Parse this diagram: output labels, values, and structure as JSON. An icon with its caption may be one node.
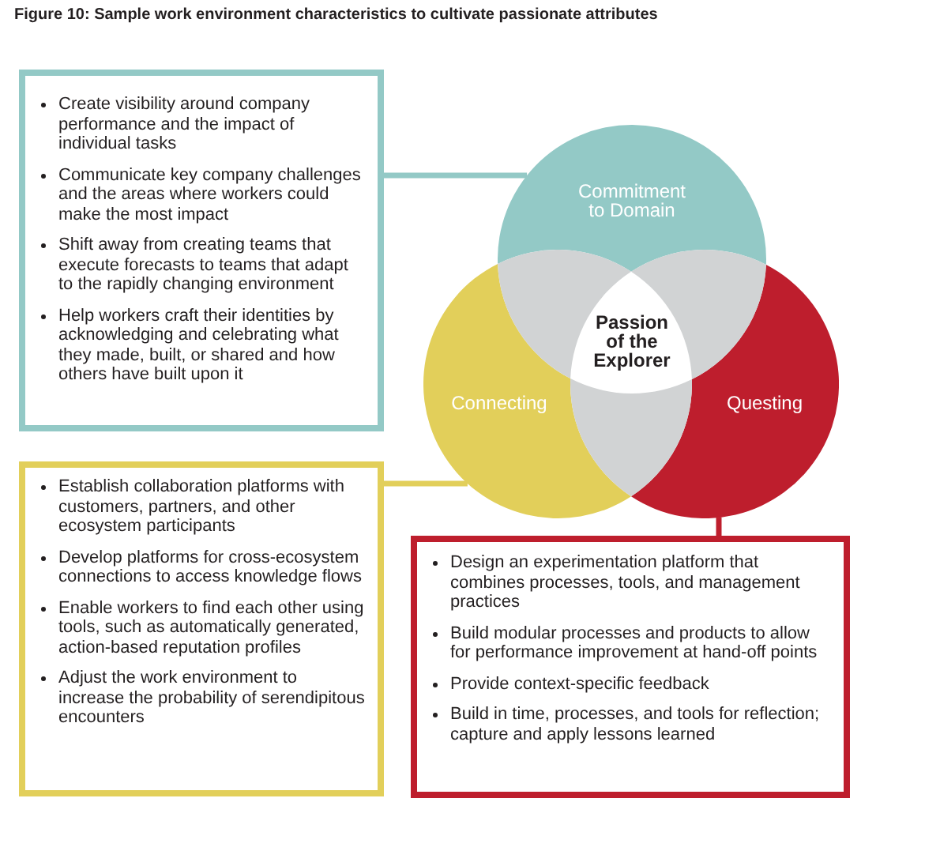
{
  "diagram": {
    "title": "Figure 10: Sample work environment characteristics to cultivate passionate attributes",
    "nodes": [
      {
        "text": [
          "Create visibility around company performance and the impact of individual tasks",
          "Communicate key company challenges and the areas where workers could make the most impact",
          "Shift away from creating teams that execute forecasts to teams that adapt to the rapidly changing environment",
          "Help workers craft their identities by acknowledging and celebrating what they made, built, or shared and how others have built upon it"
        ]
      },
      {
        "text": [
          "Commitment to Domain"
        ]
      },
      {
        "text": [
          "Passion of the Explorer"
        ]
      },
      {
        "text": [
          "Connecting"
        ]
      },
      {
        "text": [
          "Questing"
        ]
      },
      {
        "text": [
          "Establish collaboration platforms with customers, partners, and other ecosystem participants",
          "Develop platforms for cross-ecosystem connections to access knowledge flows",
          "Enable workers to find each other using tools, such as automatically generated, action-based reputation profiles",
          "Adjust the work environment to increase the probability of serendipitous encounters"
        ]
      },
      {
        "text": [
          "Design an experimentation platform that combines processes, tools, and management practices",
          "Build modular processes and products to allow for performance improvement at hand-off points",
          "Provide context-specific feedback",
          "Build in time, processes, and tools for reflection; capture and apply lessons learned"
        ]
      },
      {
        "text": [],
        "shape": "lens"
      },
      {
        "text": [],
        "shape": "lens"
      },
      {
        "text": [],
        "shape": "lens"
      }
    ],
    "edges": [
      {
        "from": 0,
        "to": 1,
        "arrow": "none",
        "color": "#93c9c6"
      },
      {
        "from": 5,
        "to": 3,
        "arrow": "none",
        "color": "#e2cf5a"
      },
      {
        "from": 4,
        "to": 6,
        "arrow": "none",
        "color": "#be1e2d"
      }
    ]
  }
}
